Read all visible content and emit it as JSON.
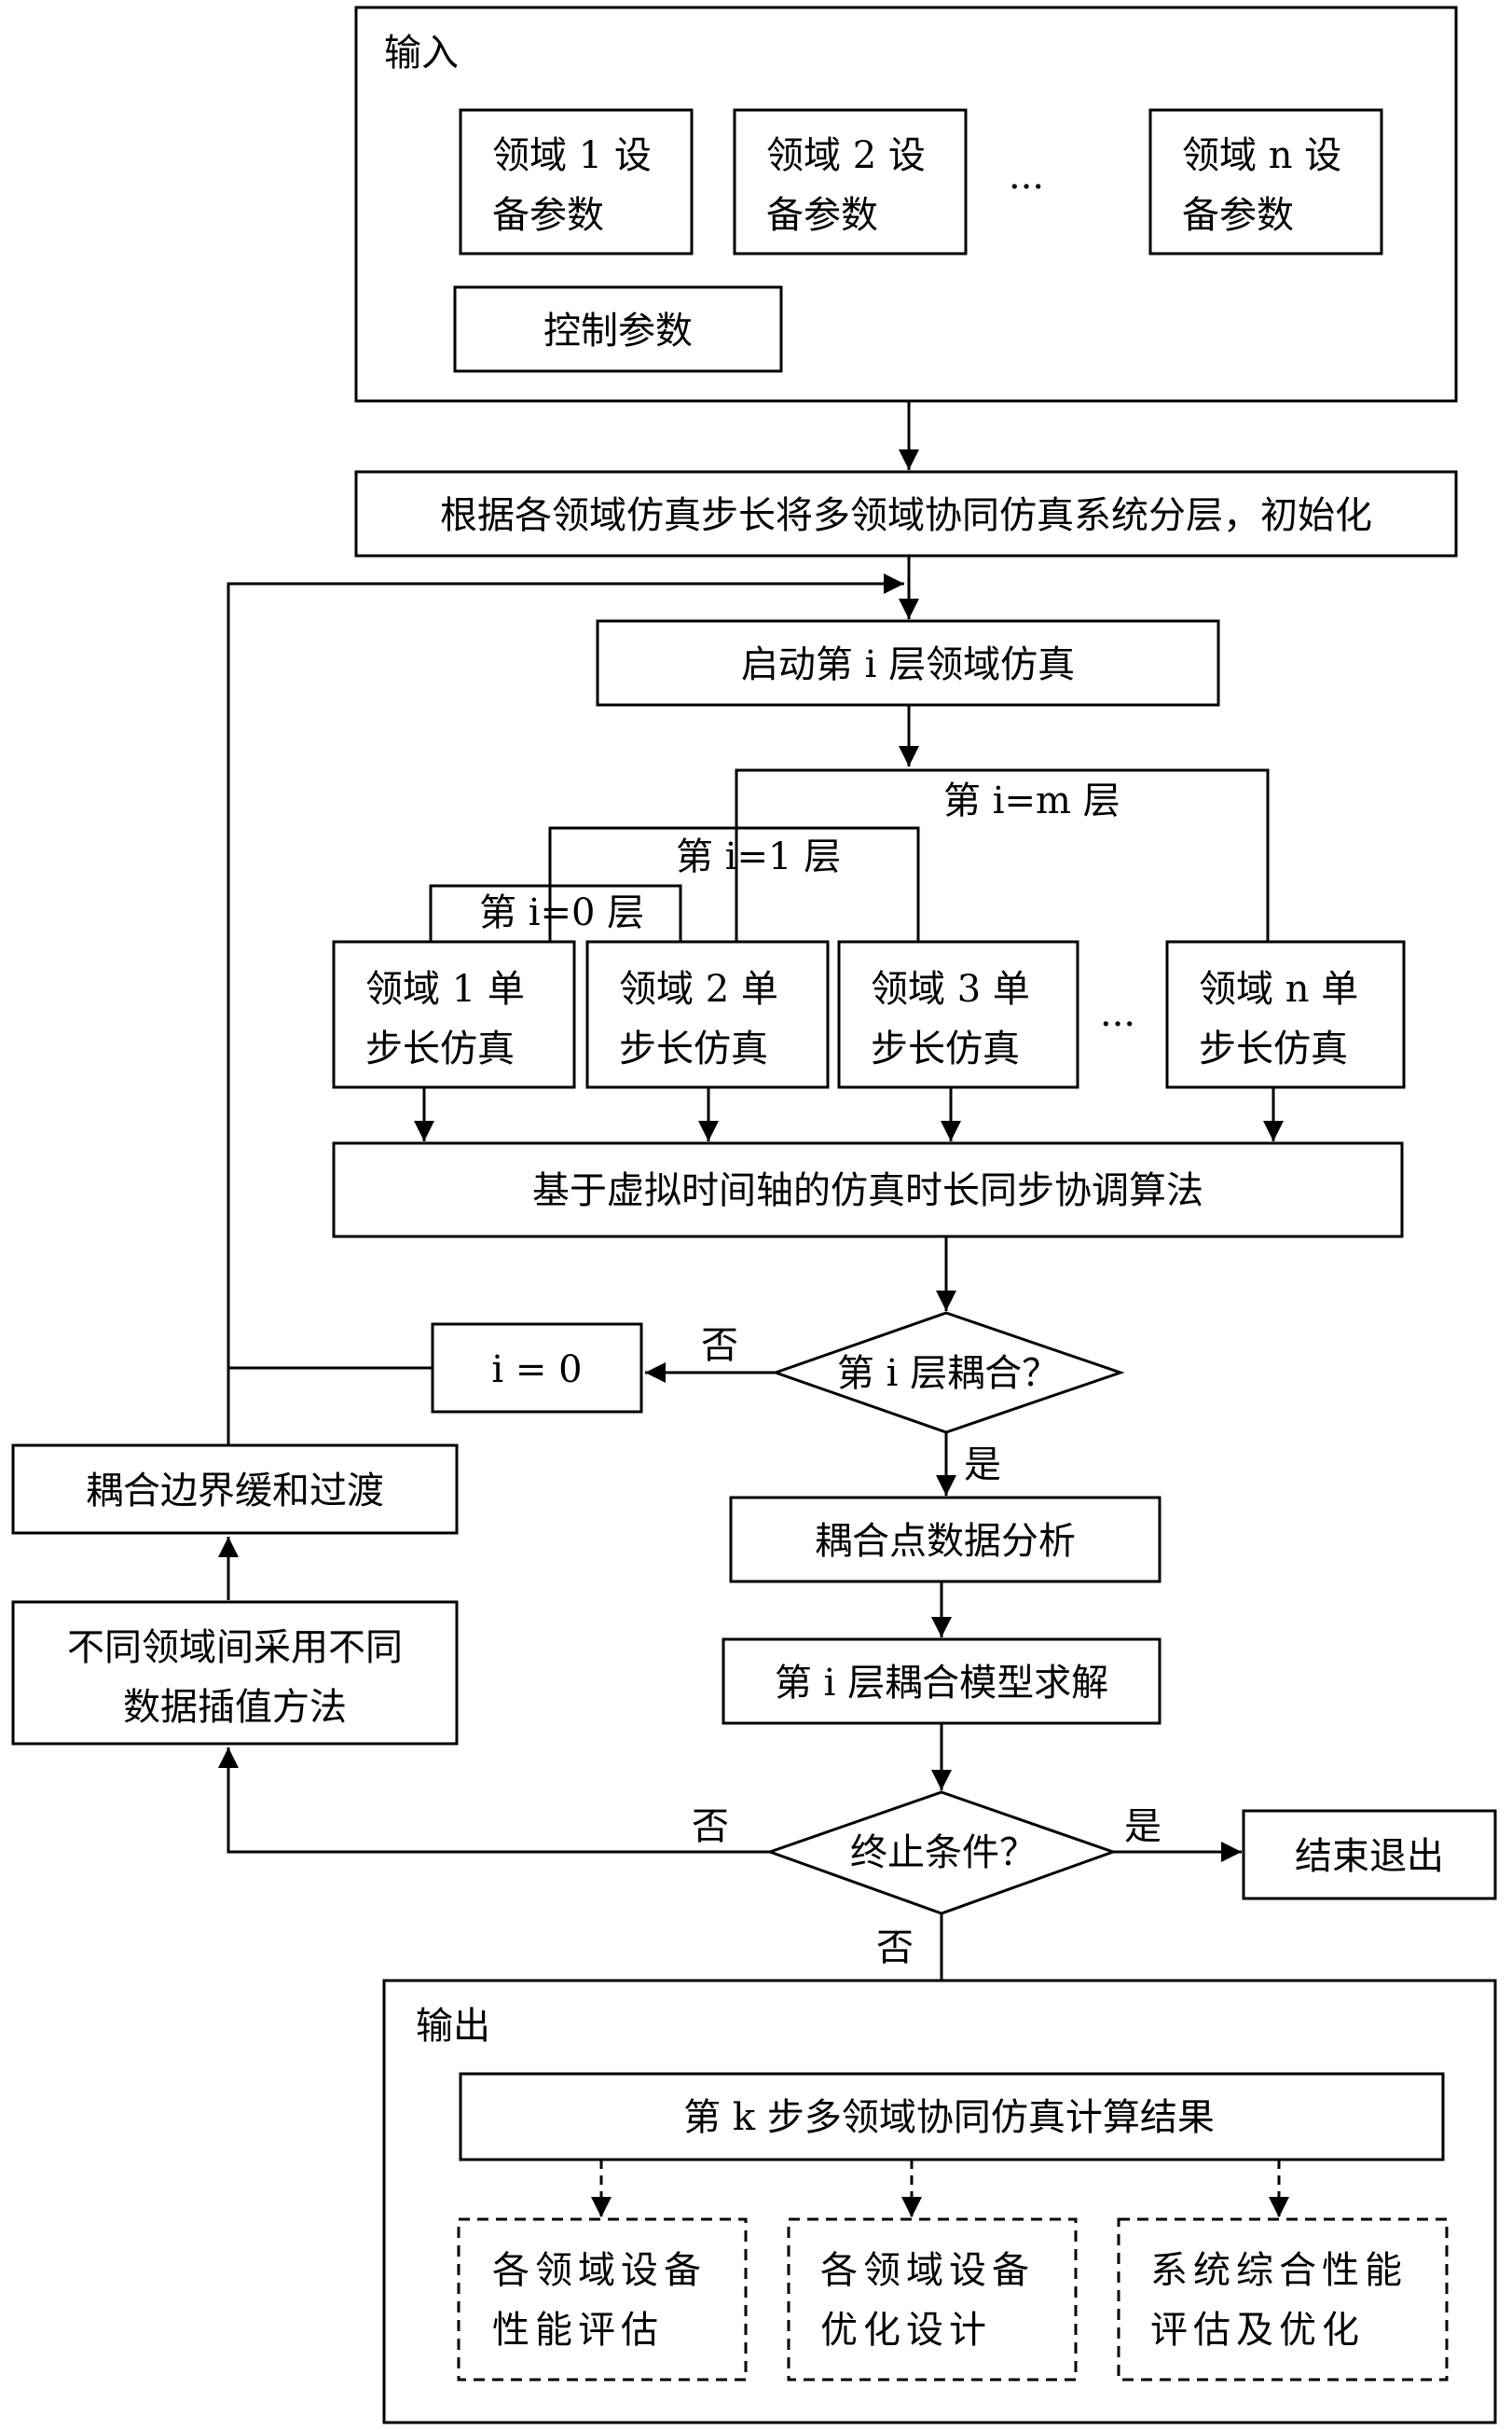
{
  "input": {
    "label": "输入",
    "domain1_l1": "领域 1 设",
    "domain1_l2": "备参数",
    "domain2_l1": "领域 2 设",
    "domain2_l2": "备参数",
    "ellipsis": "···",
    "domainn_l1": "领域 n 设",
    "domainn_l2": "备参数",
    "control": "控制参数"
  },
  "init": "根据各领域仿真步长将多领域协同仿真系统分层，初始化",
  "start_layer": "启动第 i 层领域仿真",
  "layers": {
    "m": "第 i=m 层",
    "one": "第 i=1 层",
    "zero": "第 i=0 层"
  },
  "sim": {
    "d1_l1": "领域 1 单",
    "d1_l2": "步长仿真",
    "d2_l1": "领域 2 单",
    "d2_l2": "步长仿真",
    "d3_l1": "领域 3 单",
    "d3_l2": "步长仿真",
    "ellipsis": "···",
    "dn_l1": "领域 n 单",
    "dn_l2": "步长仿真"
  },
  "sync": "基于虚拟时间轴的仿真时长同步协调算法",
  "coupled_q": "第 i 层耦合？",
  "no": "否",
  "yes": "是",
  "i_zero": "i = 0",
  "transition": "耦合边界缓和过渡",
  "interp_l1": "不同领域间采用不同",
  "interp_l2": "数据插值方法",
  "coupling_analysis": "耦合点数据分析",
  "coupling_solve": "第 i 层耦合模型求解",
  "terminate_q": "终止条件？",
  "exit": "结束退出",
  "output": {
    "label": "输出",
    "result": "第 k 步多领域协同仿真计算结果",
    "o1_l1": "各领域设备",
    "o1_l2": "性能评估",
    "o2_l1": "各领域设备",
    "o2_l2": "优化设计",
    "o3_l1": "系统综合性能",
    "o3_l2": "评估及优化"
  }
}
